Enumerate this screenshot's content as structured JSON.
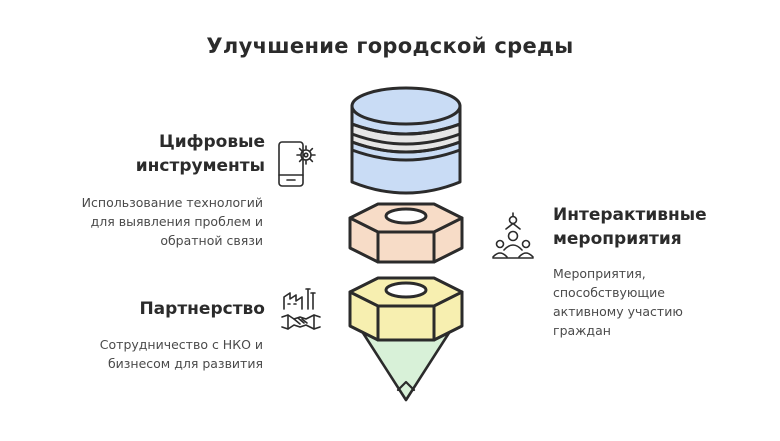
{
  "title": "Улучшение городской среды",
  "digital": {
    "heading_line1": "Цифровые",
    "heading_line2": "инструменты",
    "desc_line1": "Использование технологий",
    "desc_line2": "для выявления проблем и",
    "desc_line3": "обратной связи",
    "icon": "phone-gear-icon"
  },
  "partnership": {
    "heading": "Партнерство",
    "desc_line1": "Сотрудничество с НКО и",
    "desc_line2": "бизнесом для развития",
    "icon": "handshake-factory-icon"
  },
  "events": {
    "heading_line1": "Интерактивные",
    "heading_line2": "мероприятия",
    "desc_line1": "Мероприятия,",
    "desc_line2": "способствующие",
    "desc_line3": "активному участию",
    "desc_line4": "граждан",
    "icon": "people-network-icon"
  },
  "colors": {
    "cylinder": "#c9dcf5",
    "middle_nut": "#f7dcc7",
    "bottom_nut": "#f7efb0",
    "cone": "#d8f1d8",
    "stroke": "#2b2b2b"
  }
}
